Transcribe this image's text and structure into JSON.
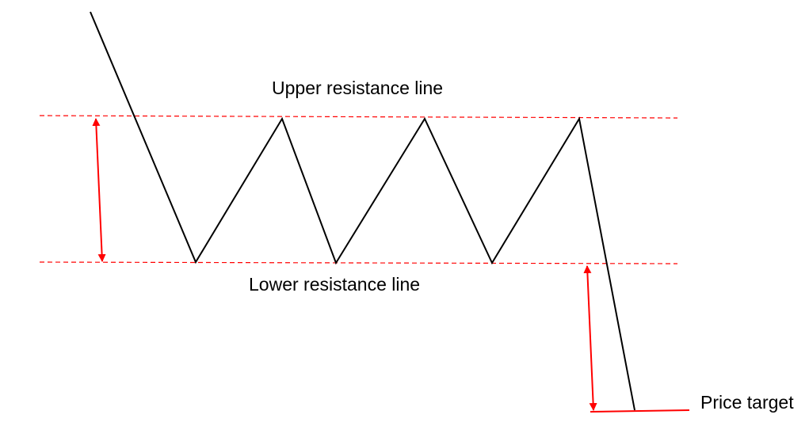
{
  "labels": {
    "upper_line": "Upper resistance line",
    "lower_line": "Lower resistance line",
    "price_target": "Price target"
  },
  "colors": {
    "price_path": "#000000",
    "resistance_lines": "#ff0000",
    "measure_arrows": "#ff0000",
    "target_line": "#ff0000",
    "label_text": "#000000"
  }
}
